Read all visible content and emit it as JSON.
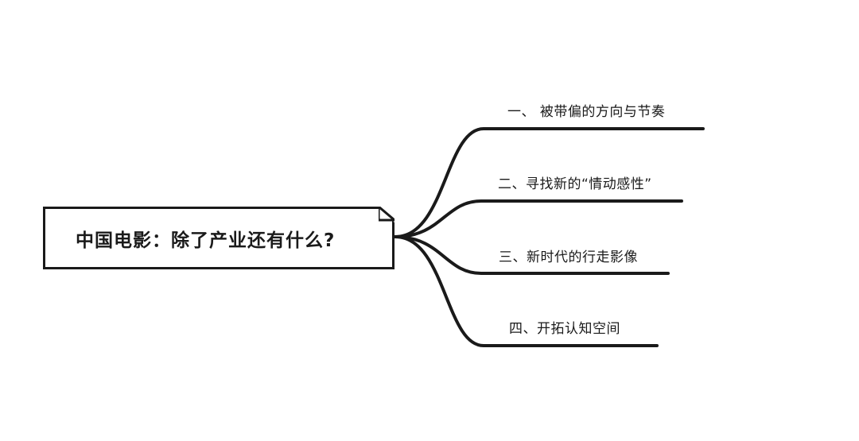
{
  "root": {
    "title": "中国电影：除了产业还有什么?"
  },
  "branches": [
    {
      "label": "一、 被带偏的方向与节奏"
    },
    {
      "label": "二、寻找新的“情动感性”"
    },
    {
      "label": "三、新时代的行走影像"
    },
    {
      "label": "四、开拓认知空间"
    }
  ],
  "colors": {
    "line": "#1a1a1a",
    "background": "#ffffff"
  }
}
